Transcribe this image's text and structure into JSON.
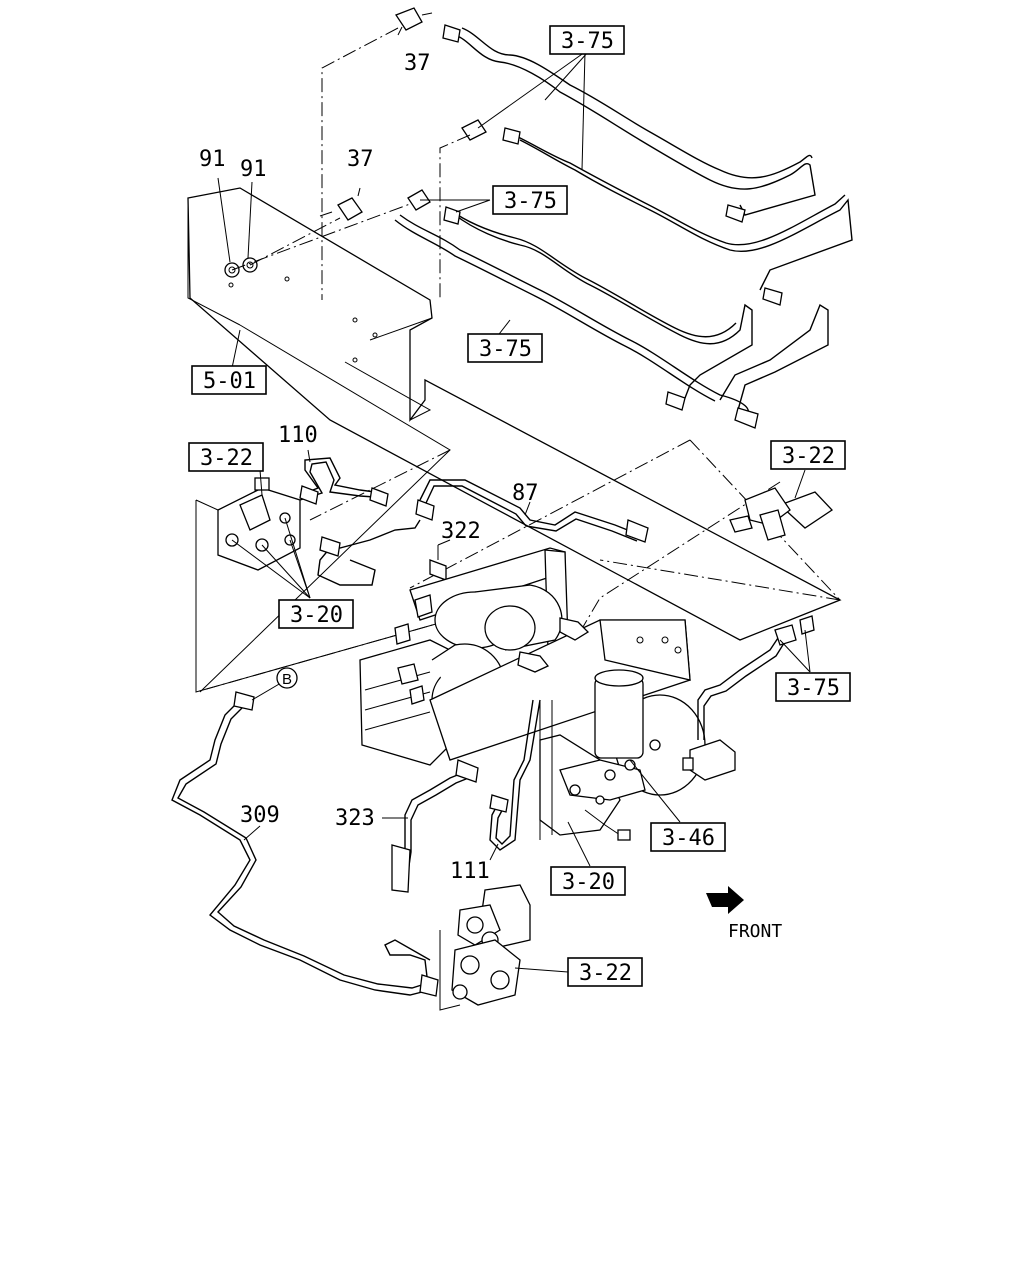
{
  "diagram": {
    "reference_boxes": {
      "r375a": "3-75",
      "r375b": "3-75",
      "r375c": "3-75",
      "r501": "5-01",
      "r322a": "3-22",
      "r322b": "3-22",
      "r320a": "3-20",
      "r375d": "3-75",
      "r346": "3-46",
      "r320b": "3-20",
      "r322c": "3-22"
    },
    "part_numbers": {
      "p37a": "37",
      "p37b": "37",
      "p91a": "91",
      "p91b": "91",
      "p110": "110",
      "p87": "87",
      "p322": "322",
      "p309": "309",
      "p323": "323",
      "p111": "111"
    },
    "circle_marker": "B",
    "front_label": "FRONT"
  }
}
